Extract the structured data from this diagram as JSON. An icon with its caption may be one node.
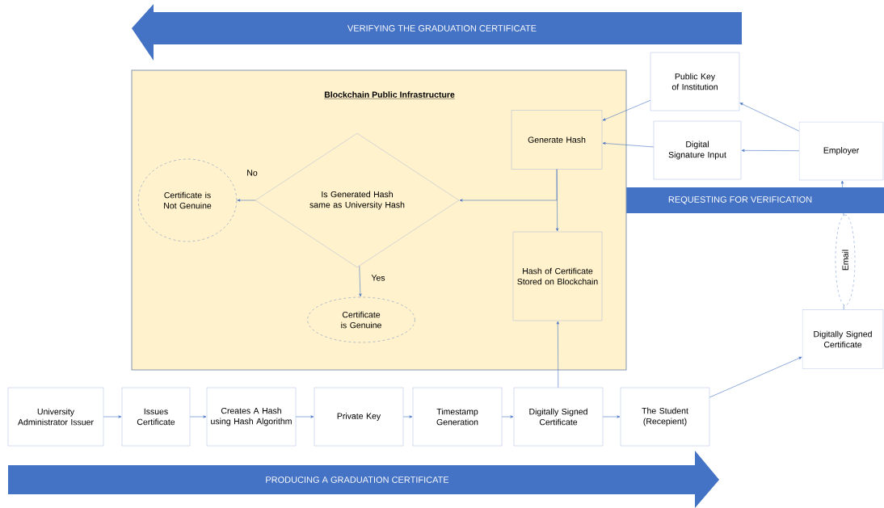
{
  "diagram": {
    "nodes": [
      {
        "text": [
          "Blockchain Public Infrastructure"
        ]
      },
      {
        "text": [
          "Generate Hash"
        ],
        "in": 0
      },
      {
        "text": [
          "Is Generated Hash same as University Hash"
        ],
        "in": 0
      },
      {
        "text": [
          "Certificate is Not Genuine"
        ],
        "in": 0
      },
      {
        "text": [
          "Certificate is Genuine"
        ],
        "in": 0
      },
      {
        "text": [
          "Hash of Certificate Stored on Blockchain"
        ],
        "in": 0
      },
      {
        "text": [
          "Public Key of Institution"
        ]
      },
      {
        "text": [
          "Digital Signature Input"
        ]
      },
      {
        "text": [
          "Employer"
        ]
      },
      {
        "text": [
          "Digitally Signed Certificate"
        ]
      },
      {
        "text": [
          "Email"
        ]
      },
      {
        "text": [
          "University Administrator Issuer"
        ]
      },
      {
        "text": [
          "Issues Certificate"
        ]
      },
      {
        "text": [
          "Creates A Hash using Hash Algorithm"
        ]
      },
      {
        "text": [
          "Private Key"
        ]
      },
      {
        "text": [
          "Timestamp Generation"
        ]
      },
      {
        "text": [
          "Digitally Signed Certificate"
        ]
      },
      {
        "text": [
          "The Student (Recepient)"
        ]
      }
    ],
    "edges": [
      {
        "from": 1,
        "to": 5,
        "arrow": "to"
      },
      {
        "from": 1,
        "to": 2,
        "arrow": "to"
      },
      {
        "from": 2,
        "to": 3,
        "arrow": "to",
        "label": "No"
      },
      {
        "from": 2,
        "to": 4,
        "arrow": "to",
        "label": "Yes"
      },
      {
        "from": 16,
        "to": 5,
        "arrow": "to"
      },
      {
        "from": 6,
        "to": 1,
        "arrow": "to"
      },
      {
        "from": 7,
        "to": 1,
        "arrow": "to"
      },
      {
        "from": 8,
        "to": 6,
        "arrow": "to"
      },
      {
        "from": 8,
        "to": 7,
        "arrow": "to"
      },
      {
        "from": 17,
        "to": 9,
        "arrow": "to"
      },
      {
        "from": 9,
        "to": 10,
        "arrow": "none"
      },
      {
        "from": 10,
        "to": 8,
        "arrow": "to"
      },
      {
        "from": 11,
        "to": 12,
        "arrow": "to"
      },
      {
        "from": 12,
        "to": 13,
        "arrow": "to"
      },
      {
        "from": 13,
        "to": 14,
        "arrow": "to"
      },
      {
        "from": 14,
        "to": 15,
        "arrow": "to"
      },
      {
        "from": 15,
        "to": 16,
        "arrow": "to"
      },
      {
        "from": 16,
        "to": 17,
        "arrow": "to"
      }
    ],
    "labels": [
      "VERIFYING THE GRADUATION CERTIFICATE",
      "REQUESTING FOR VERIFICATION",
      "PRODUCING A GRADUATION CERTIFICATE"
    ]
  }
}
